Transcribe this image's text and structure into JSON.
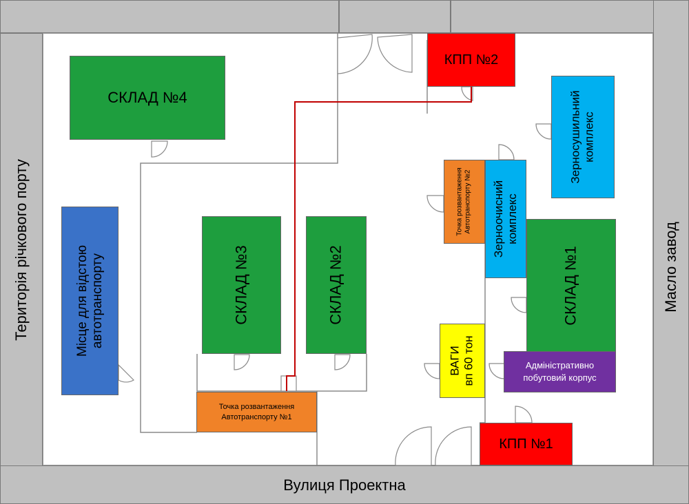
{
  "colors": {
    "warehouse": "#1e9e3e",
    "checkpoint": "#ff0000",
    "unloading": "#f08228",
    "grain": "#00b0f0",
    "parking": "#3a72c8",
    "scales": "#ffff00",
    "admin": "#7030a0",
    "route": "#c00000"
  },
  "labels": {
    "street_south": "Вулиця Проектна",
    "territory_west": "Територія річкового порту",
    "factory_east": "Масло завод"
  },
  "buildings": {
    "sklad4": "СКЛАД №4",
    "sklad3": "СКЛАД №3",
    "sklad2": "СКЛАД №2",
    "sklad1": "СКЛАД №1",
    "kpp2": "КПП №2",
    "kpp1": "КПП №1",
    "grain_dryer": [
      "Зерносушильний",
      "комплекс"
    ],
    "grain_cleaner": [
      "Зерноочисний",
      "комплекс"
    ],
    "unloading2": [
      "Точка розвантаження",
      "Автотранспорту №2"
    ],
    "unloading1": [
      "Точка розвантаження",
      "Автотранспорту №1"
    ],
    "parking": [
      "Місце для відстою",
      "автотранспорту"
    ],
    "scales": [
      "ВАГИ",
      "вп 60 тон"
    ],
    "admin": [
      "Адміністративно",
      "побутовий корпус"
    ]
  }
}
